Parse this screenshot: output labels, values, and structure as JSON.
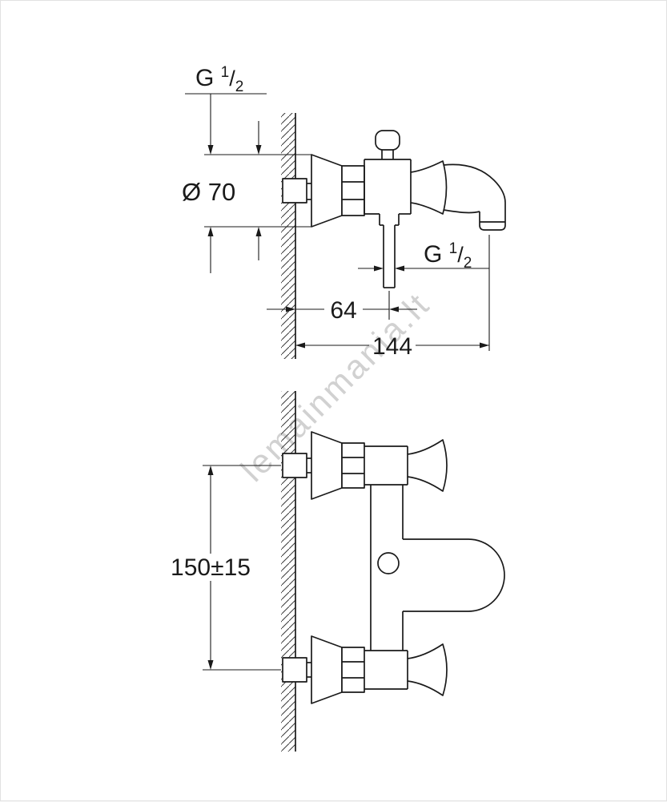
{
  "drawing": {
    "background": "#ffffff",
    "line_color": "#1a1a1a"
  },
  "watermark": {
    "text": "lemainmania.lt",
    "color": "#c9c9c9"
  },
  "side_view": {
    "thread_label_top": {
      "prefix": "G ",
      "numerator": "1",
      "slash": "/",
      "denominator": "2"
    },
    "flange_diameter_label": "Ø 70",
    "shower_outlet_offset_label": "64",
    "total_projection_label": "144",
    "thread_label_outlet": {
      "prefix": "G ",
      "numerator": "1",
      "slash": "/",
      "denominator": "2"
    }
  },
  "front_view": {
    "inlet_spacing_label": "150±15"
  }
}
